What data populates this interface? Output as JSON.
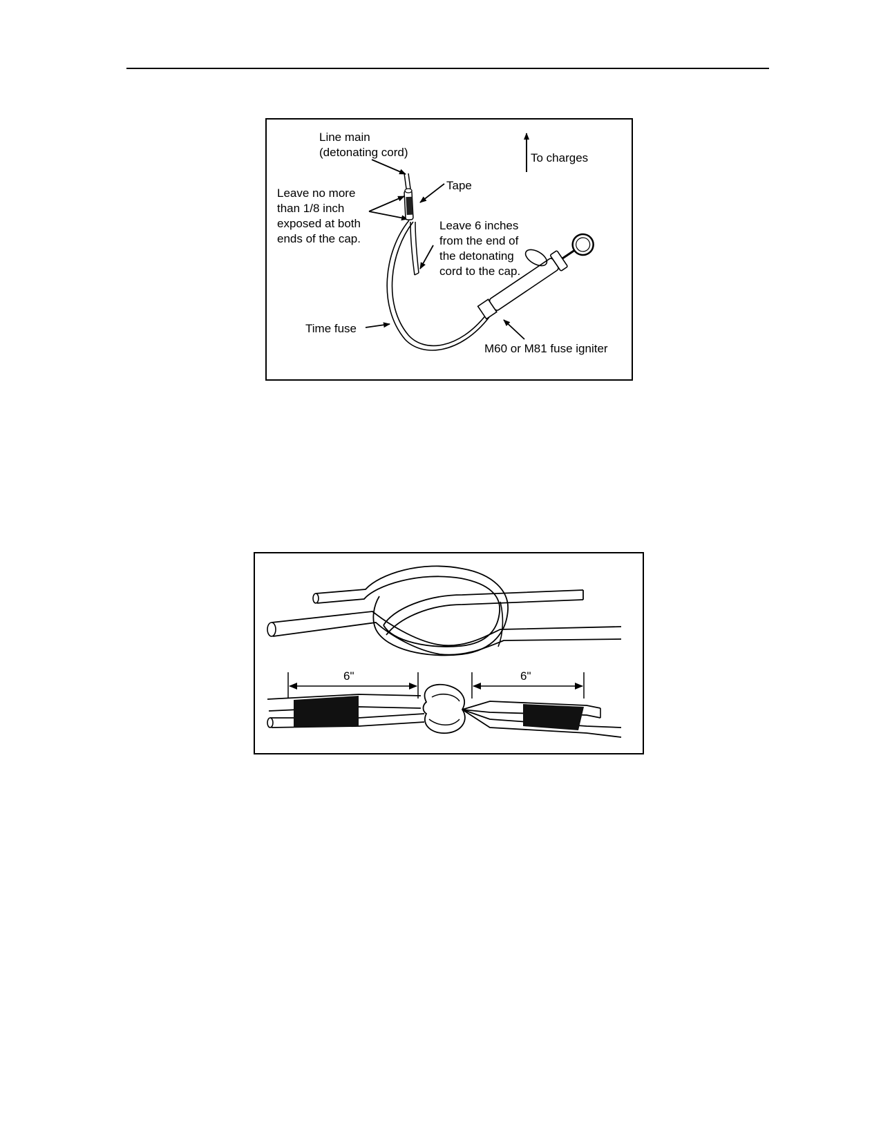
{
  "figure1": {
    "labels": {
      "line_main_1": "Line main",
      "line_main_2": "(detonating cord)",
      "to_charges": "To charges",
      "tape": "Tape",
      "leave_no_more_1": "Leave no more",
      "leave_no_more_2": "than 1/8 inch",
      "leave_no_more_3": "exposed at both",
      "leave_no_more_4": "ends of the cap.",
      "leave_6_1": "Leave 6 inches",
      "leave_6_2": "from the end of",
      "leave_6_3": "the detonating",
      "leave_6_4": "cord to the cap.",
      "time_fuse": "Time fuse",
      "fuse_igniter": "M60 or M81 fuse igniter"
    }
  },
  "figure2": {
    "dimensions": {
      "left": "6\"",
      "right": "6\""
    }
  },
  "icons": {
    "arrow": "arrow-icon"
  }
}
